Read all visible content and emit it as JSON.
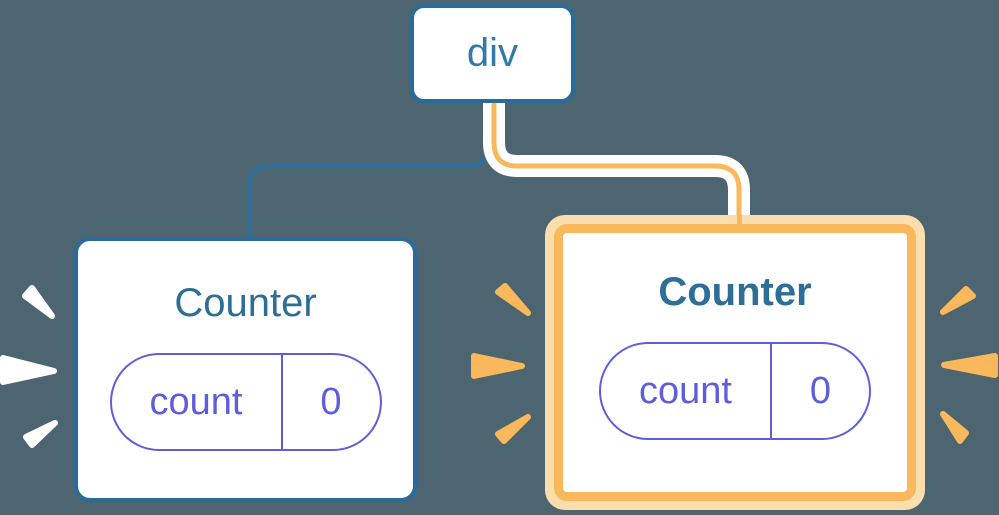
{
  "diagram": {
    "description_label": "react component tree with state",
    "root": {
      "label": "div"
    },
    "left_child": {
      "title": "Counter",
      "state": {
        "key": "count",
        "value": "0"
      },
      "highlighted": false
    },
    "right_child": {
      "title": "Counter",
      "state": {
        "key": "count",
        "value": "0"
      },
      "highlighted": true
    }
  },
  "colors": {
    "background": "#4C6571",
    "node-border": "#2A6C99",
    "node-fill": "#FFFFFF",
    "root-label": "#3079A8",
    "title-blue": "#2C6E96",
    "pill-indigo": "#5E5EDC",
    "edge-blue": "#2B6E9D",
    "edge-casing": "#FFFFFF",
    "highlight-orange": "#FAB85C",
    "highlight-peach": "#FCDEAC",
    "spark-white": "#FFFFFF"
  }
}
